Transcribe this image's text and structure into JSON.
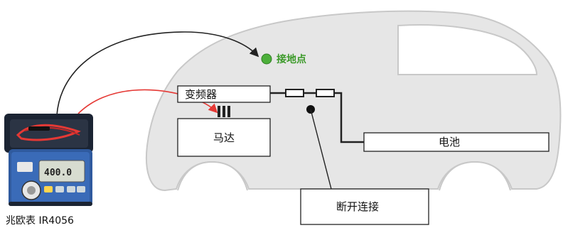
{
  "labels": {
    "ground_point": "接地点",
    "inverter": "变频器",
    "motor": "马达",
    "battery": "电池",
    "disconnect": "断开连接",
    "device": "兆欧表 IR4056"
  },
  "meter": {
    "display_value": "400.0"
  },
  "colors": {
    "car_body": "#e6e6e6",
    "car_outline": "#c8c8c8",
    "ground_dot": "#4caf3a",
    "ground_text": "#3c9a2a",
    "red_lead": "#e53935",
    "black_lead": "#222222",
    "meter_case_blue": "#2f5a9e",
    "meter_case_dark": "#1b2433"
  },
  "icons": {
    "ground_point": "green-dot-icon",
    "disconnect_point": "black-dot-icon",
    "meter": "insulation-tester-icon"
  }
}
